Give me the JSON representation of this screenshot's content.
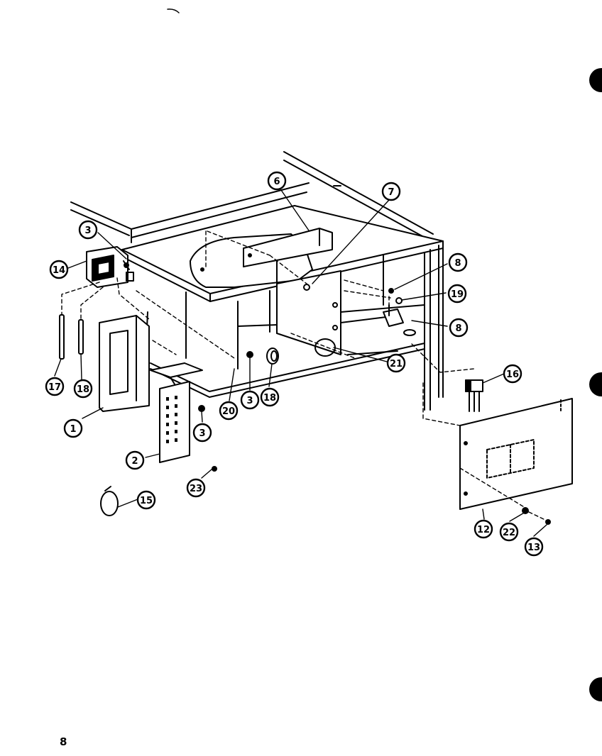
{
  "page": {
    "number": "8",
    "ink_color": "#000000",
    "paper_color": "#ffffff"
  },
  "callouts": [
    {
      "id": "c-6a",
      "label": "6",
      "target": "top-duct"
    },
    {
      "id": "c-7",
      "label": "7",
      "target": "duct-screw"
    },
    {
      "id": "c-8a",
      "label": "8",
      "target": "right-screw"
    },
    {
      "id": "c-19",
      "label": "19",
      "target": "right-washer"
    },
    {
      "id": "c-8b",
      "label": "8",
      "target": "right-bracket"
    },
    {
      "id": "c-3a",
      "label": "3",
      "target": "box-screw"
    },
    {
      "id": "c-14",
      "label": "14",
      "target": "control-box"
    },
    {
      "id": "c-17",
      "label": "17",
      "target": "tall-strip"
    },
    {
      "id": "c-18a",
      "label": "18",
      "target": "short-strip"
    },
    {
      "id": "c-1",
      "label": "1",
      "target": "front-panel"
    },
    {
      "id": "c-2",
      "label": "2",
      "target": "grille"
    },
    {
      "id": "c-3b",
      "label": "3",
      "target": "grille-screw"
    },
    {
      "id": "c-20",
      "label": "20",
      "target": "base-flange"
    },
    {
      "id": "c-3c",
      "label": "3",
      "target": "center-screw"
    },
    {
      "id": "c-18b",
      "label": "18",
      "target": "grommet"
    },
    {
      "id": "c-21",
      "label": "21",
      "target": "center-panel"
    },
    {
      "id": "c-16",
      "label": "16",
      "target": "relay"
    },
    {
      "id": "c-12",
      "label": "12",
      "target": "access-panel"
    },
    {
      "id": "c-22",
      "label": "22",
      "target": "panel-washer"
    },
    {
      "id": "c-13",
      "label": "13",
      "target": "panel-screw"
    },
    {
      "id": "c-23",
      "label": "23",
      "target": "loose-screw"
    },
    {
      "id": "c-15",
      "label": "15",
      "target": "wire-ring"
    }
  ]
}
